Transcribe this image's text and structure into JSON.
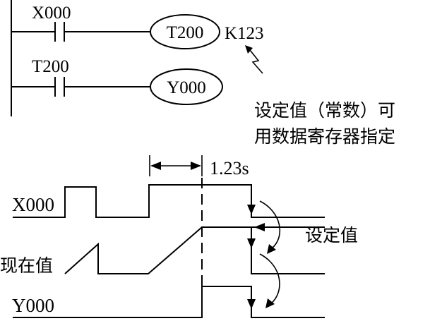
{
  "ladder": {
    "rung1_contact": "X000",
    "rung1_coil": "T200",
    "rung1_constant": "K123",
    "rung2_contact": "T200",
    "rung2_coil": "Y000",
    "note_line1": "设定值（常数）可",
    "note_line2": "用数据寄存器指定"
  },
  "timing": {
    "time_label": "1.23s",
    "setpoint_label": "设定值",
    "signals": {
      "x000": "X000",
      "current_value": "现在值",
      "y000": "Y000"
    }
  }
}
